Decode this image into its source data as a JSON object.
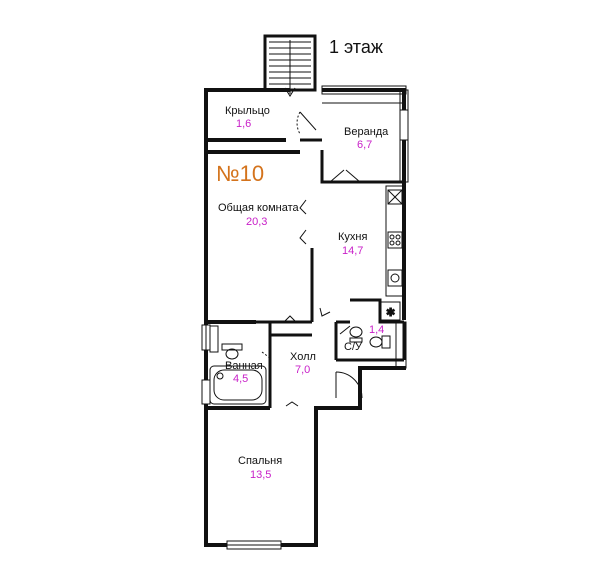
{
  "floor_label": "1 этаж",
  "unit_number": "№10",
  "colors": {
    "area": "#c81fc8",
    "unit": "#d4731c",
    "wall": "#111111"
  },
  "rooms": {
    "porch": {
      "name": "Крыльцо",
      "area": "1,6"
    },
    "veranda": {
      "name": "Веранда",
      "area": "6,7"
    },
    "living": {
      "name": "Общая комната",
      "area": "20,3"
    },
    "kitchen": {
      "name": "Кухня",
      "area": "14,7"
    },
    "wc": {
      "name": "С/У",
      "area": "1,4"
    },
    "bath": {
      "name": "Ванная",
      "area": "4,5"
    },
    "hall": {
      "name": "Холл",
      "area": "7,0"
    },
    "bedroom": {
      "name": "Спальня",
      "area": "13,5"
    }
  }
}
